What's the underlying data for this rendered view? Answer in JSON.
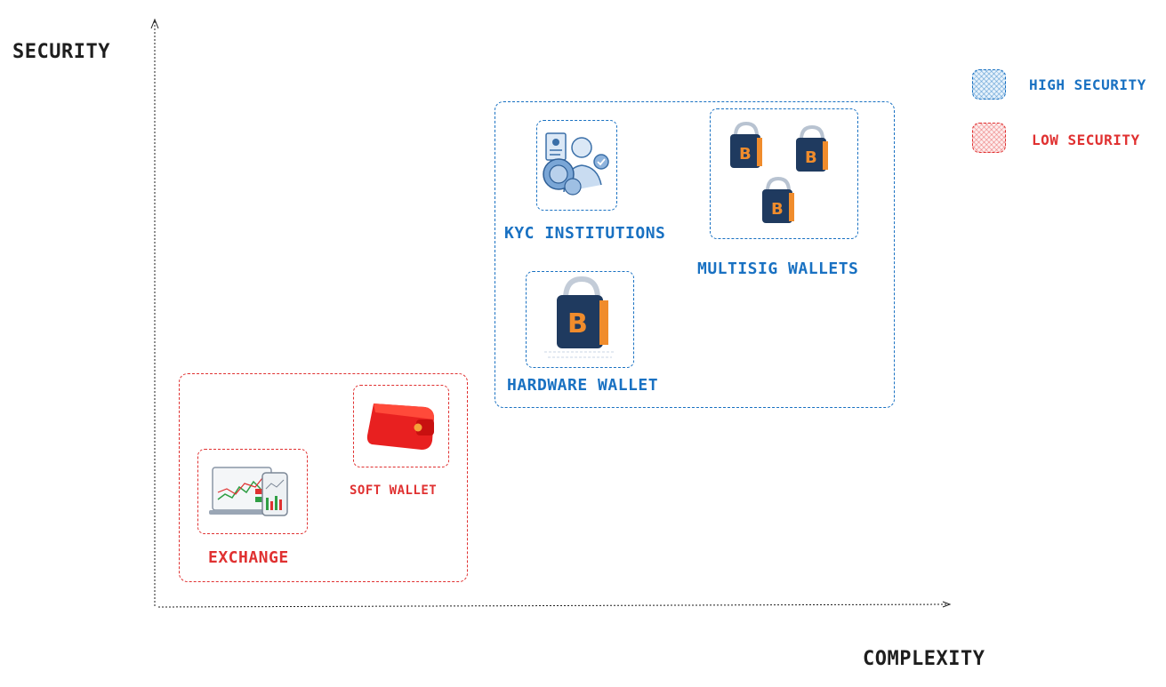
{
  "axes": {
    "y_label": "SECURITY",
    "x_label": "COMPLEXITY"
  },
  "legend": [
    {
      "label": "HIGH SECURITY",
      "color": "#1971c2"
    },
    {
      "label": "LOW SECURITY",
      "color": "#e03131"
    }
  ],
  "groups": {
    "high": {
      "color": "#1971c2",
      "items": [
        {
          "label": "KYC INSTITUTIONS",
          "icon": "kyc-person-icon"
        },
        {
          "label": "MULTISIG WALLETS",
          "icon": "multi-bitcoin-lock-icon"
        },
        {
          "label": "HARDWARE WALLET",
          "icon": "bitcoin-lock-icon"
        }
      ]
    },
    "low": {
      "color": "#e03131",
      "items": [
        {
          "label": "SOFT WALLET",
          "icon": "red-wallet-icon"
        },
        {
          "label": "EXCHANGE",
          "icon": "trading-screens-icon"
        }
      ]
    }
  }
}
